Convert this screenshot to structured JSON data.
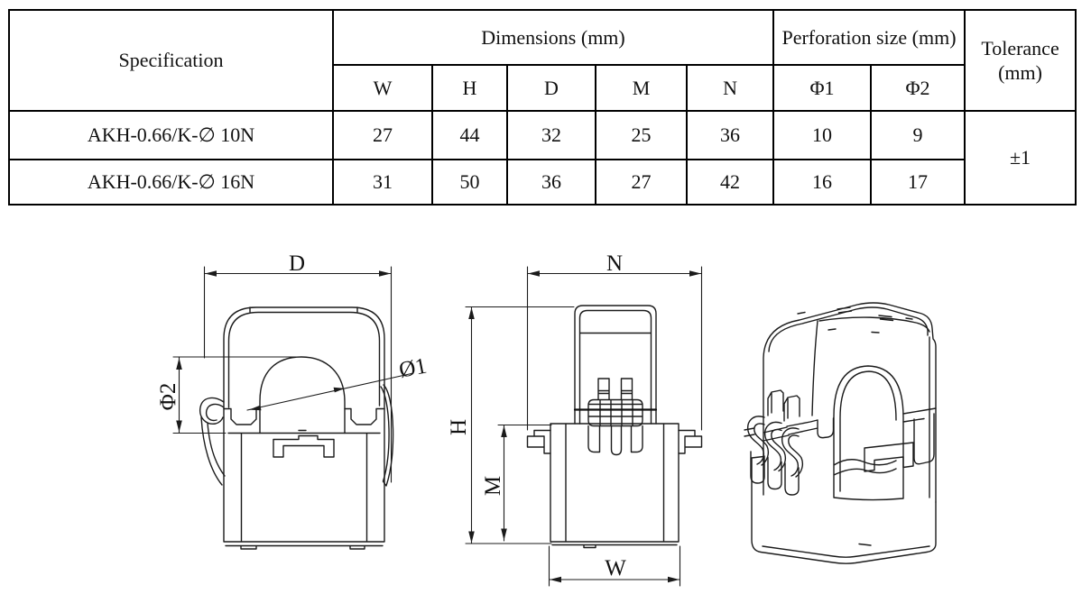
{
  "page": {
    "background_color": "#ffffff",
    "line_color": "#1b1b1b",
    "text_color": "#111111"
  },
  "table": {
    "header": {
      "specification": "Specification",
      "dimensions_group": "Dimensions (mm)",
      "perforation_group": "Perforation size (mm)",
      "tolerance": "Tolerance (mm)",
      "dimension_columns": [
        "W",
        "H",
        "D",
        "M",
        "N"
      ],
      "perforation_columns": [
        "Φ1",
        "Φ2"
      ]
    },
    "rows": [
      {
        "specification": "AKH-0.66/K-∅ 10N",
        "values": [
          "27",
          "44",
          "32",
          "25",
          "36",
          "10",
          "9"
        ]
      },
      {
        "specification": "AKH-0.66/K-∅ 16N",
        "values": [
          "31",
          "50",
          "36",
          "27",
          "42",
          "16",
          "17"
        ]
      }
    ],
    "tolerance_value": "±1"
  },
  "drawings": {
    "front_view": {
      "depth_label": "D",
      "hole_outer_label": "Φ2",
      "hole_inner_label": "Ø1"
    },
    "side_view": {
      "top_width_label": "N",
      "height_label": "H",
      "body_height_label": "M",
      "bottom_width_label": "W"
    }
  }
}
